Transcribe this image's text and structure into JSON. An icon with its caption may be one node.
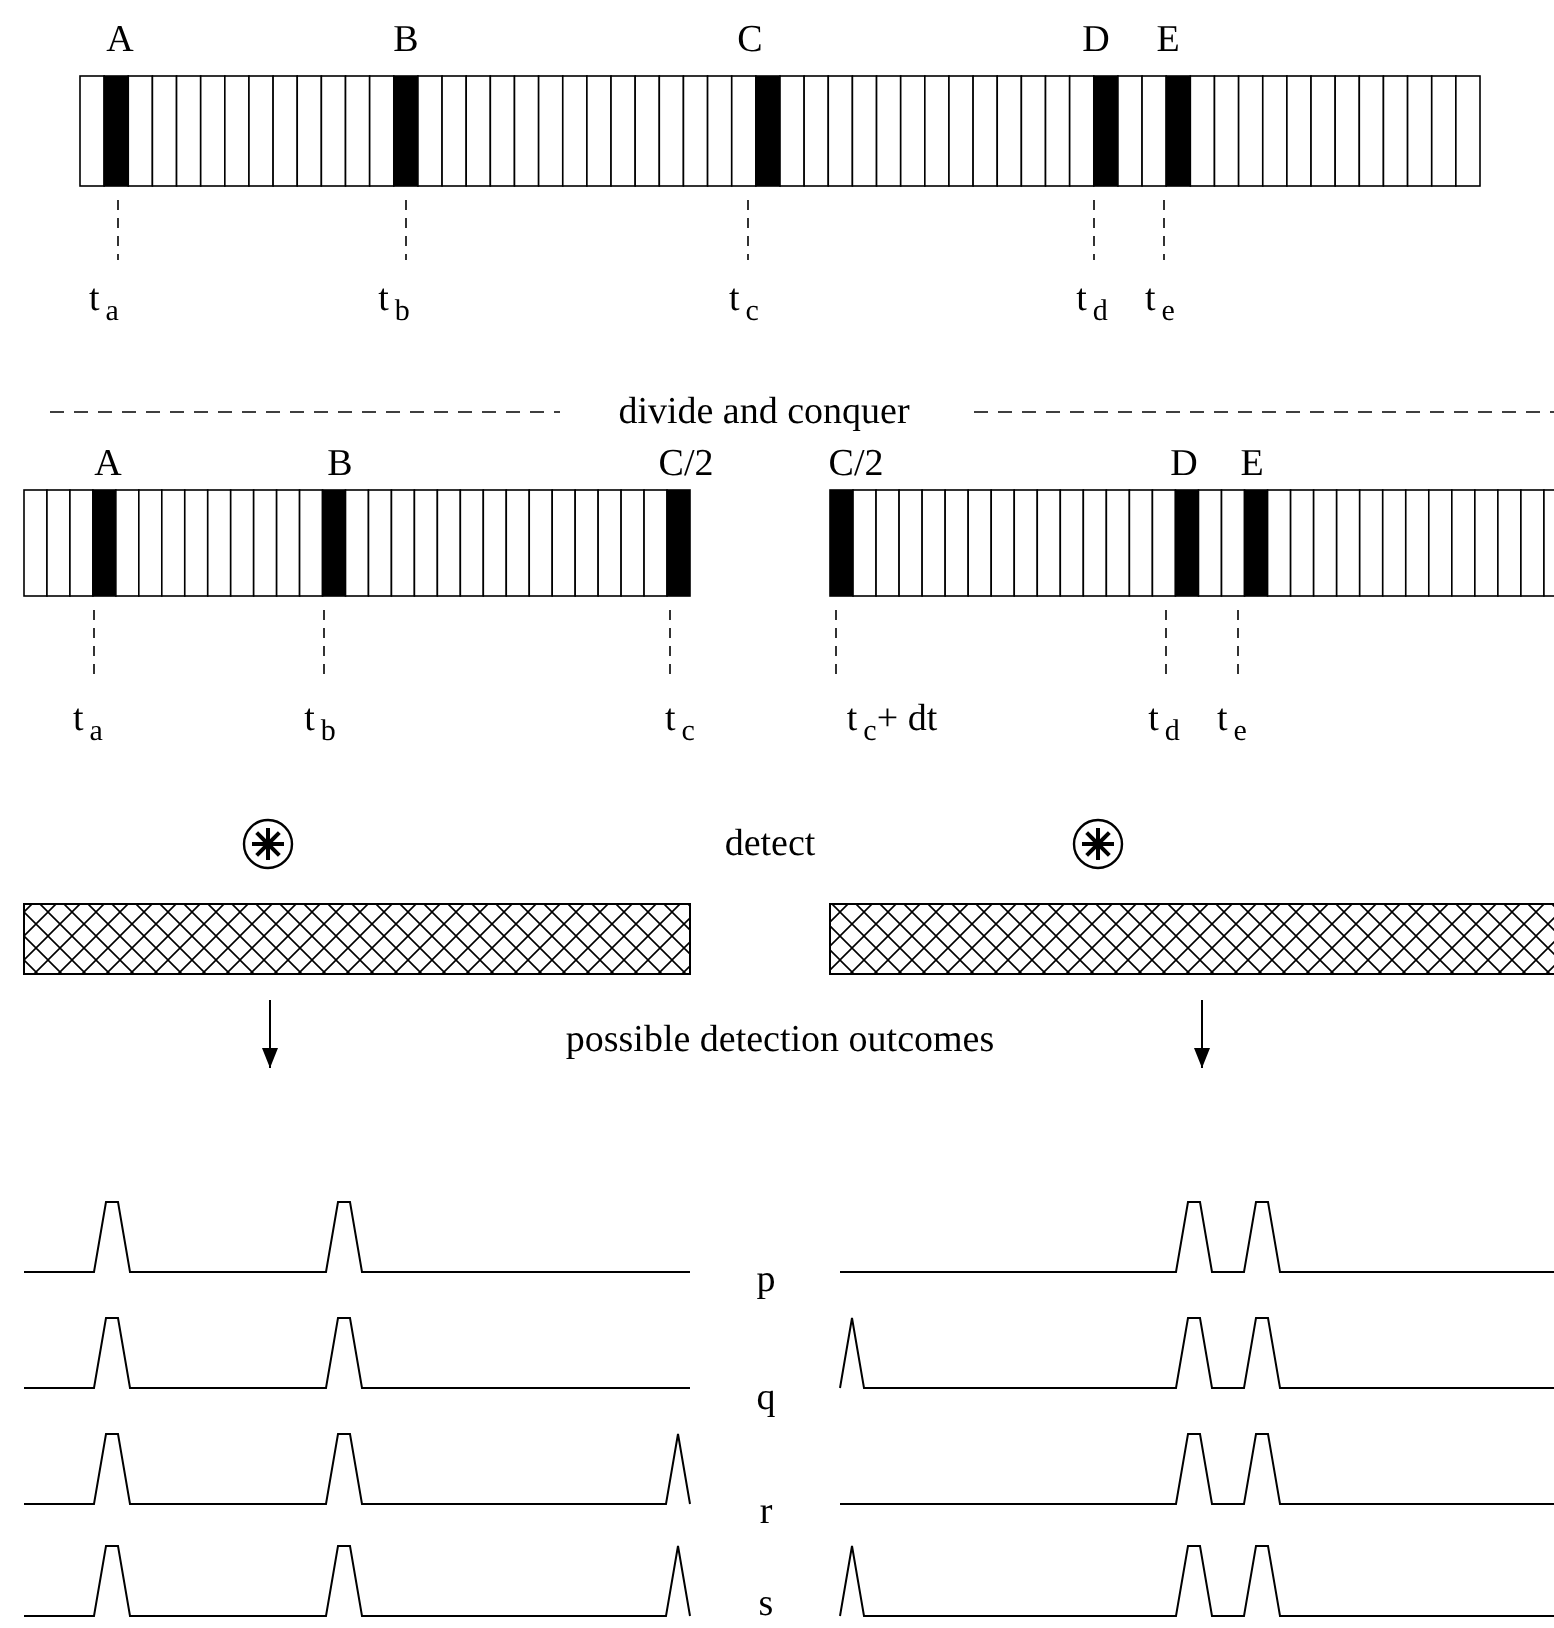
{
  "diagram": {
    "labels": [
      "A",
      "B",
      "C",
      "D",
      "E",
      "t$_{a}$",
      "t$_{b}$",
      "t$_{c}$",
      "t$_{d}$",
      "t$_{e}$",
      "divide and conquer",
      "A",
      "B",
      "C/2",
      "C/2",
      "D",
      "E",
      "t$_{a}$",
      "t$_{b}$",
      "t$_{c}$",
      "t$_{c}$+ dt",
      "t$_{d}$",
      "t$_{e}$",
      "detect",
      "possible detection outcomes",
      "p",
      "q",
      "r",
      "s"
    ]
  }
}
